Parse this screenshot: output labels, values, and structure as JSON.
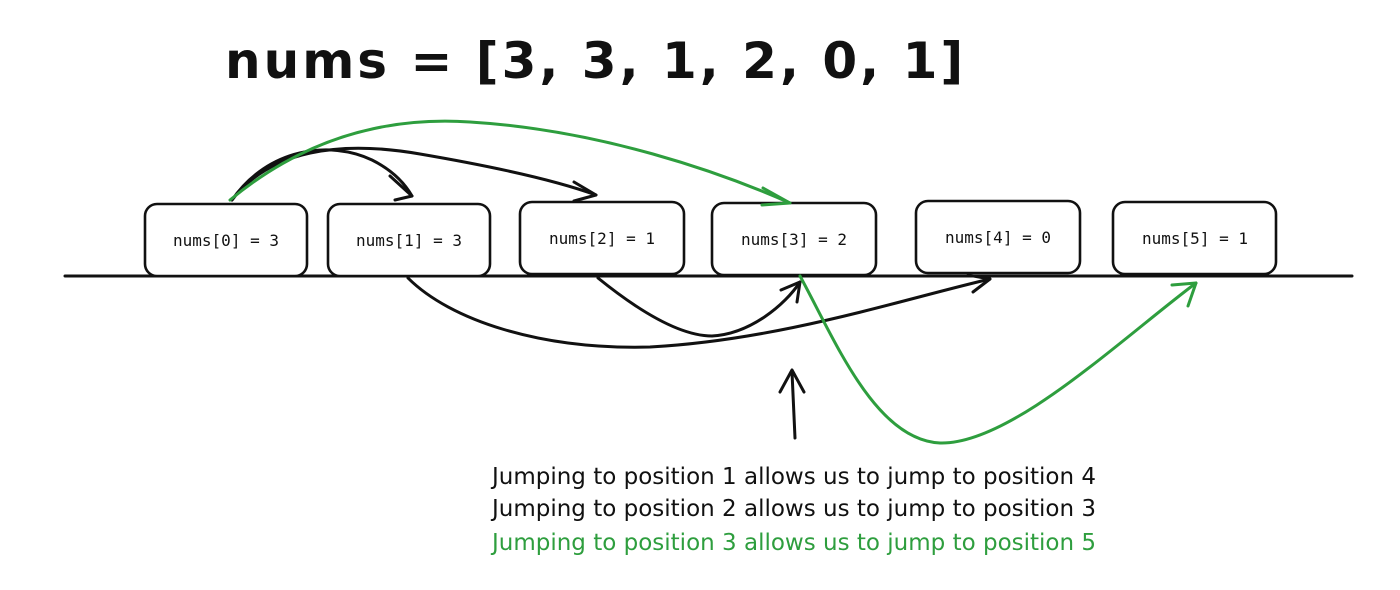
{
  "diagram": {
    "title": "nums = [3, 3, 1, 2, 0, 1]",
    "colors": {
      "ink": "#111111",
      "highlight": "#2e9e3e"
    },
    "nodes": [
      {
        "label": "nums[0] = 3"
      },
      {
        "label": "nums[1] = 3"
      },
      {
        "label": "nums[2] = 1"
      },
      {
        "label": "nums[3] = 2"
      },
      {
        "label": "nums[4] = 0"
      },
      {
        "label": "nums[5] = 1"
      }
    ],
    "edges": [
      {
        "from": 0,
        "to": 1,
        "color": "ink"
      },
      {
        "from": 0,
        "to": 2,
        "color": "ink"
      },
      {
        "from": 0,
        "to": 3,
        "color": "highlight"
      },
      {
        "from": 1,
        "to": 4,
        "color": "ink"
      },
      {
        "from": 2,
        "to": 3,
        "color": "ink"
      },
      {
        "from": 3,
        "to": 5,
        "color": "highlight"
      }
    ],
    "captions": [
      {
        "text": "Jumping to position 1 allows us to jump to position 4",
        "color": "ink"
      },
      {
        "text": "Jumping to position 2 allows us to jump to position 3",
        "color": "ink"
      },
      {
        "text": "Jumping to position 3 allows us to jump to position 5",
        "color": "highlight"
      }
    ]
  }
}
